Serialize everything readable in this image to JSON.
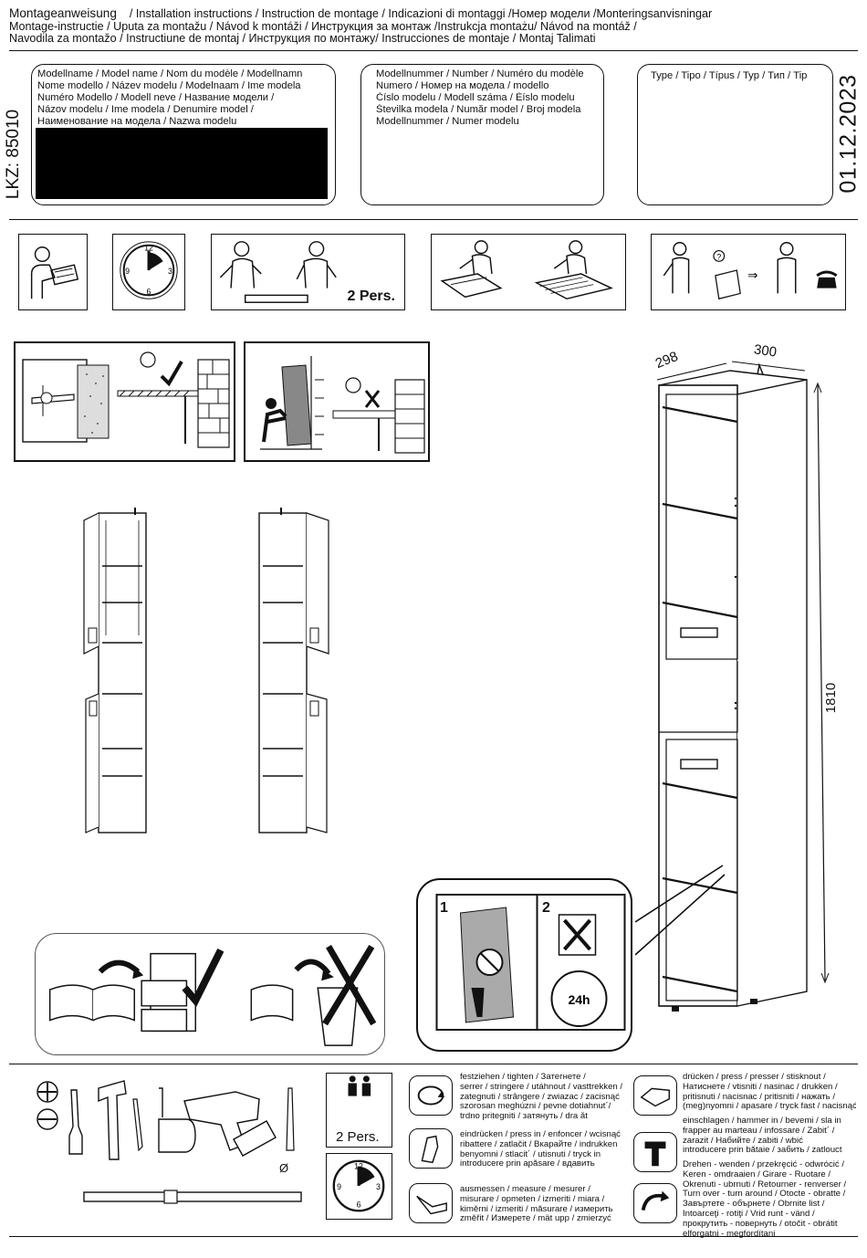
{
  "header": {
    "title": "Montageanweisung",
    "line1_rest": "/ Installation instructions / Instruction de montage / Indicazioni di montaggi /Номер модели /Monteringsanvisningar",
    "line2": "Montage-instructie / Uputa za montažu / Návod k montáži / Инструкция за монтаж /Instrukcja montażu/ Návod na montáž /",
    "line3": "Navodila za montažo / Instructiune de montaj / Инструкция по монтажу/ Instrucciones de montaje / Montaj Talimati"
  },
  "side": {
    "lkz": "LKZ: 85010",
    "date": "01.12.2023"
  },
  "model_name_box": {
    "lines": [
      "Modellname / Model name / Nom du modèle / Modellnamn",
      "Nome modello / Název modelu / Modelnaam / Ime modela",
      "Numéro Modello / Modell neve / Название модели /",
      "Názov modelu / Ime modela / Denumire model /",
      "Наименование на модела / Nazwa modelu"
    ]
  },
  "model_number_box": {
    "lines": [
      "Modellnummer / Number / Numéro du modèle",
      "Numero /  Номер на модела / modello",
      "Číslo modelu / Modell száma / Èíslo modelu",
      "Številka modela / Număr model / Broj modela",
      "Modellnummer / Numer modelu"
    ]
  },
  "type_box": {
    "label": "Type / Tipo / Típus / Typ / Тип / Tip"
  },
  "instruction_icons": {
    "two_persons": "2 Pers."
  },
  "product": {
    "dimensions": {
      "depth": "298",
      "width": "300",
      "height": "1810"
    },
    "detail_step_1": "1",
    "detail_step_2": "2",
    "detail_time": "24h"
  },
  "tools": {
    "two_persons": "2 Pers.",
    "drill_diameter_symbol": "Ø"
  },
  "legend": {
    "tighten": [
      "festziehen / tighten / Затегнете /",
      "serrer / stringere / utáhnout / vasttrekken /",
      "zategnuti / strângere / zwiazac / zacisnąć",
      "szorosan meghúzni / pevne dotiahnut´/",
      "trdno pritegniti / затянуть / dra åt"
    ],
    "press_in": [
      "eindrücken / press in / enfoncer / wcisnąć",
      "ribattere / zatlačit / Вкарайте / indrukken",
      "benyomni / stlacit´ / utisnuti / tryck in",
      "introducere prin apăsare / вдавить"
    ],
    "measure": [
      "ausmessen / measure / mesurer /",
      "misurare / opmeten / izmeriti / miara /",
      "kiměrni / izmeriti / măsurare / измерить",
      "změřit / Измерете / mät upp / zmierzyć"
    ],
    "press": [
      "drücken / press / presser / stisknout /",
      "Натиснете / vtisniti / nasinac / drukken /",
      "pritisnuti / nacisnac / pritisniti / нажать /",
      "(meg)nyomni / apasare / tryck fast / nacisnąć"
    ],
    "hammer_in": [
      "einschlagen / hammer in / bevemi / sla in",
      "frapper au marteau / infossare / Zabit´ /",
      "zarazit / Набийте / zabiti / wbić",
      "introducere prin bătaie / забить / zatlouct"
    ],
    "turn_over": [
      "Drehen - wenden / przekręcić - odwrócić /",
      "Keren - omdraaien / Girare - Ruotare /",
      "Okrenuti - ubrnuti / Retourner - renverser /",
      "Turn over - turn around / Otocte - obratte /",
      "Завъртете - обърнете / Obrnite list /",
      "Întoarceţi - rotiţi / Vrid runt - vänd /",
      "прокрутить - повернуть / otočit - obrátit",
      "elforgatni - megfordítani"
    ]
  }
}
